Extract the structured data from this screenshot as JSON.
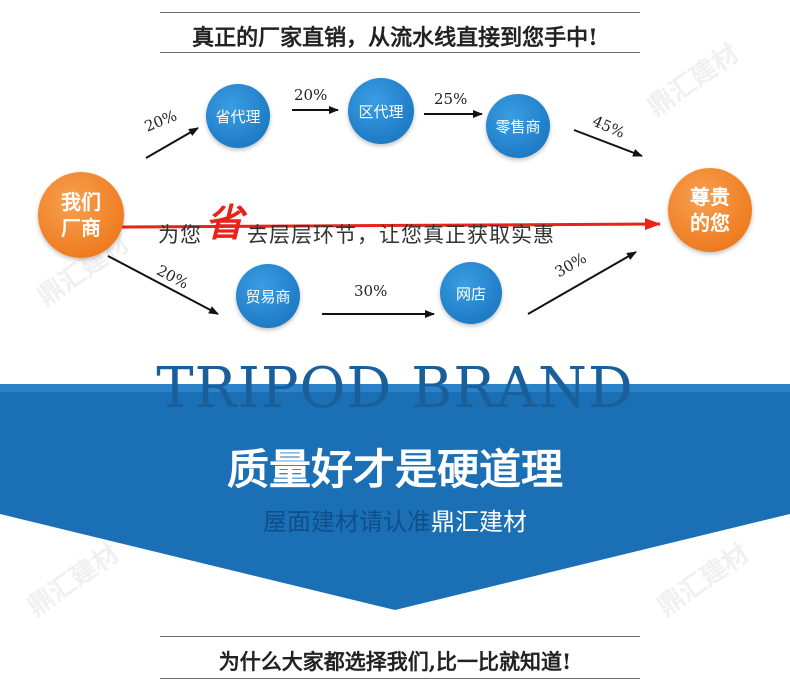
{
  "header": {
    "headline": "真正的厂家直销，从流水线直接到您手中!"
  },
  "nodes": {
    "source": "我们厂商",
    "provincial": "省代理",
    "district": "区代理",
    "retailer": "零售商",
    "trader": "贸易商",
    "online_store": "网店",
    "destination": "尊贵的您"
  },
  "percentages": {
    "to_provincial": "20%",
    "provincial_to_district": "20%",
    "district_to_retailer": "25%",
    "retailer_to_you": "45%",
    "to_trader": "20%",
    "trader_to_store": "30%",
    "store_to_you": "30%"
  },
  "direct_message": {
    "prefix": "为您",
    "highlight": "省",
    "suffix": "去层层环节，让您真正获取实惠"
  },
  "banner": {
    "brand": "TRIPOD BRAND",
    "slogan": "质量好才是硬道理",
    "sub_prefix": "屋面建材请认准",
    "sub_brand": "鼎汇建材"
  },
  "footer": {
    "headline": "为什么大家都选择我们,比一比就知道!"
  },
  "watermark": "鼎汇建材",
  "colors": {
    "blue": "#1f7cc6",
    "orange": "#ef7d22",
    "red_arrow": "#e8231a",
    "banner": "#1a6fb5"
  }
}
